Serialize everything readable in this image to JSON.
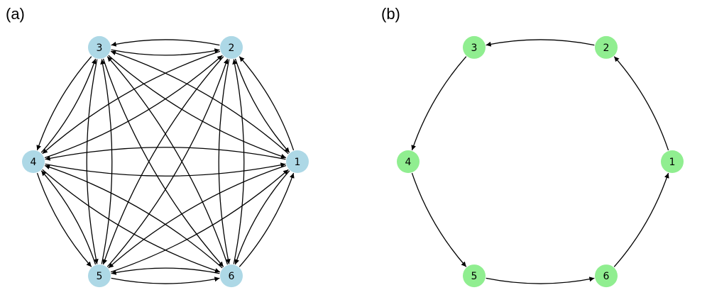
{
  "panels": [
    {
      "label": "(a)",
      "node_color": "#add8e6",
      "nodes": [
        "1",
        "2",
        "3",
        "4",
        "5",
        "6"
      ],
      "edges": [
        [
          "1",
          "2"
        ],
        [
          "2",
          "1"
        ],
        [
          "1",
          "3"
        ],
        [
          "3",
          "1"
        ],
        [
          "1",
          "4"
        ],
        [
          "4",
          "1"
        ],
        [
          "1",
          "5"
        ],
        [
          "5",
          "1"
        ],
        [
          "1",
          "6"
        ],
        [
          "6",
          "1"
        ],
        [
          "2",
          "3"
        ],
        [
          "3",
          "2"
        ],
        [
          "2",
          "4"
        ],
        [
          "4",
          "2"
        ],
        [
          "2",
          "5"
        ],
        [
          "5",
          "2"
        ],
        [
          "2",
          "6"
        ],
        [
          "6",
          "2"
        ],
        [
          "3",
          "4"
        ],
        [
          "4",
          "3"
        ],
        [
          "3",
          "5"
        ],
        [
          "5",
          "3"
        ],
        [
          "3",
          "6"
        ],
        [
          "6",
          "3"
        ],
        [
          "4",
          "5"
        ],
        [
          "5",
          "4"
        ],
        [
          "4",
          "6"
        ],
        [
          "6",
          "4"
        ],
        [
          "5",
          "6"
        ],
        [
          "6",
          "5"
        ]
      ]
    },
    {
      "label": "(b)",
      "node_color": "#90ee90",
      "nodes": [
        "1",
        "2",
        "3",
        "4",
        "5",
        "6"
      ],
      "edges": [
        [
          "1",
          "2"
        ],
        [
          "2",
          "3"
        ],
        [
          "3",
          "4"
        ],
        [
          "4",
          "5"
        ],
        [
          "5",
          "6"
        ],
        [
          "6",
          "1"
        ]
      ]
    }
  ]
}
